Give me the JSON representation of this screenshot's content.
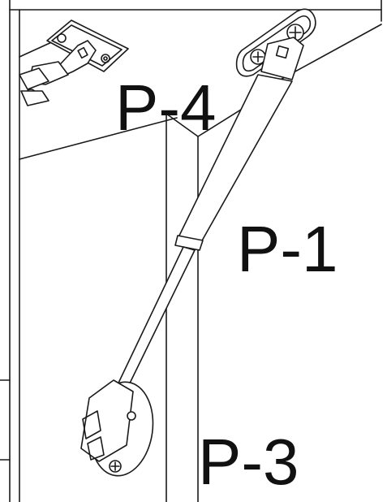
{
  "labels": {
    "p4": "P-4",
    "p1": "P-1",
    "p3": "P-3"
  },
  "colors": {
    "line": "#1a1a1a",
    "fill": "#ffffff"
  },
  "icons": [
    "hinge-icon",
    "gas-strut-icon",
    "mounting-bracket-icon",
    "screw-icon"
  ]
}
